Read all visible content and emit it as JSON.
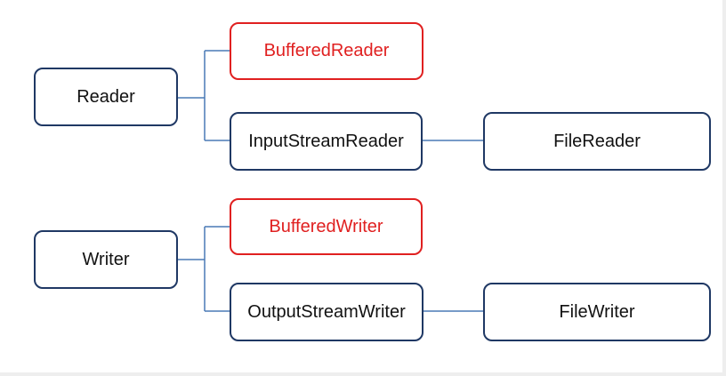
{
  "diagram": {
    "reader": "Reader",
    "buffered_reader": "BufferedReader",
    "input_stream_reader": "InputStreamReader",
    "file_reader": "FileReader",
    "writer": "Writer",
    "buffered_writer": "BufferedWriter",
    "output_stream_writer": "OutputStreamWriter",
    "file_writer": "FileWriter"
  },
  "colors": {
    "box_border": "#1f3864",
    "highlight": "#e02020",
    "connector": "#4a7ab5"
  }
}
